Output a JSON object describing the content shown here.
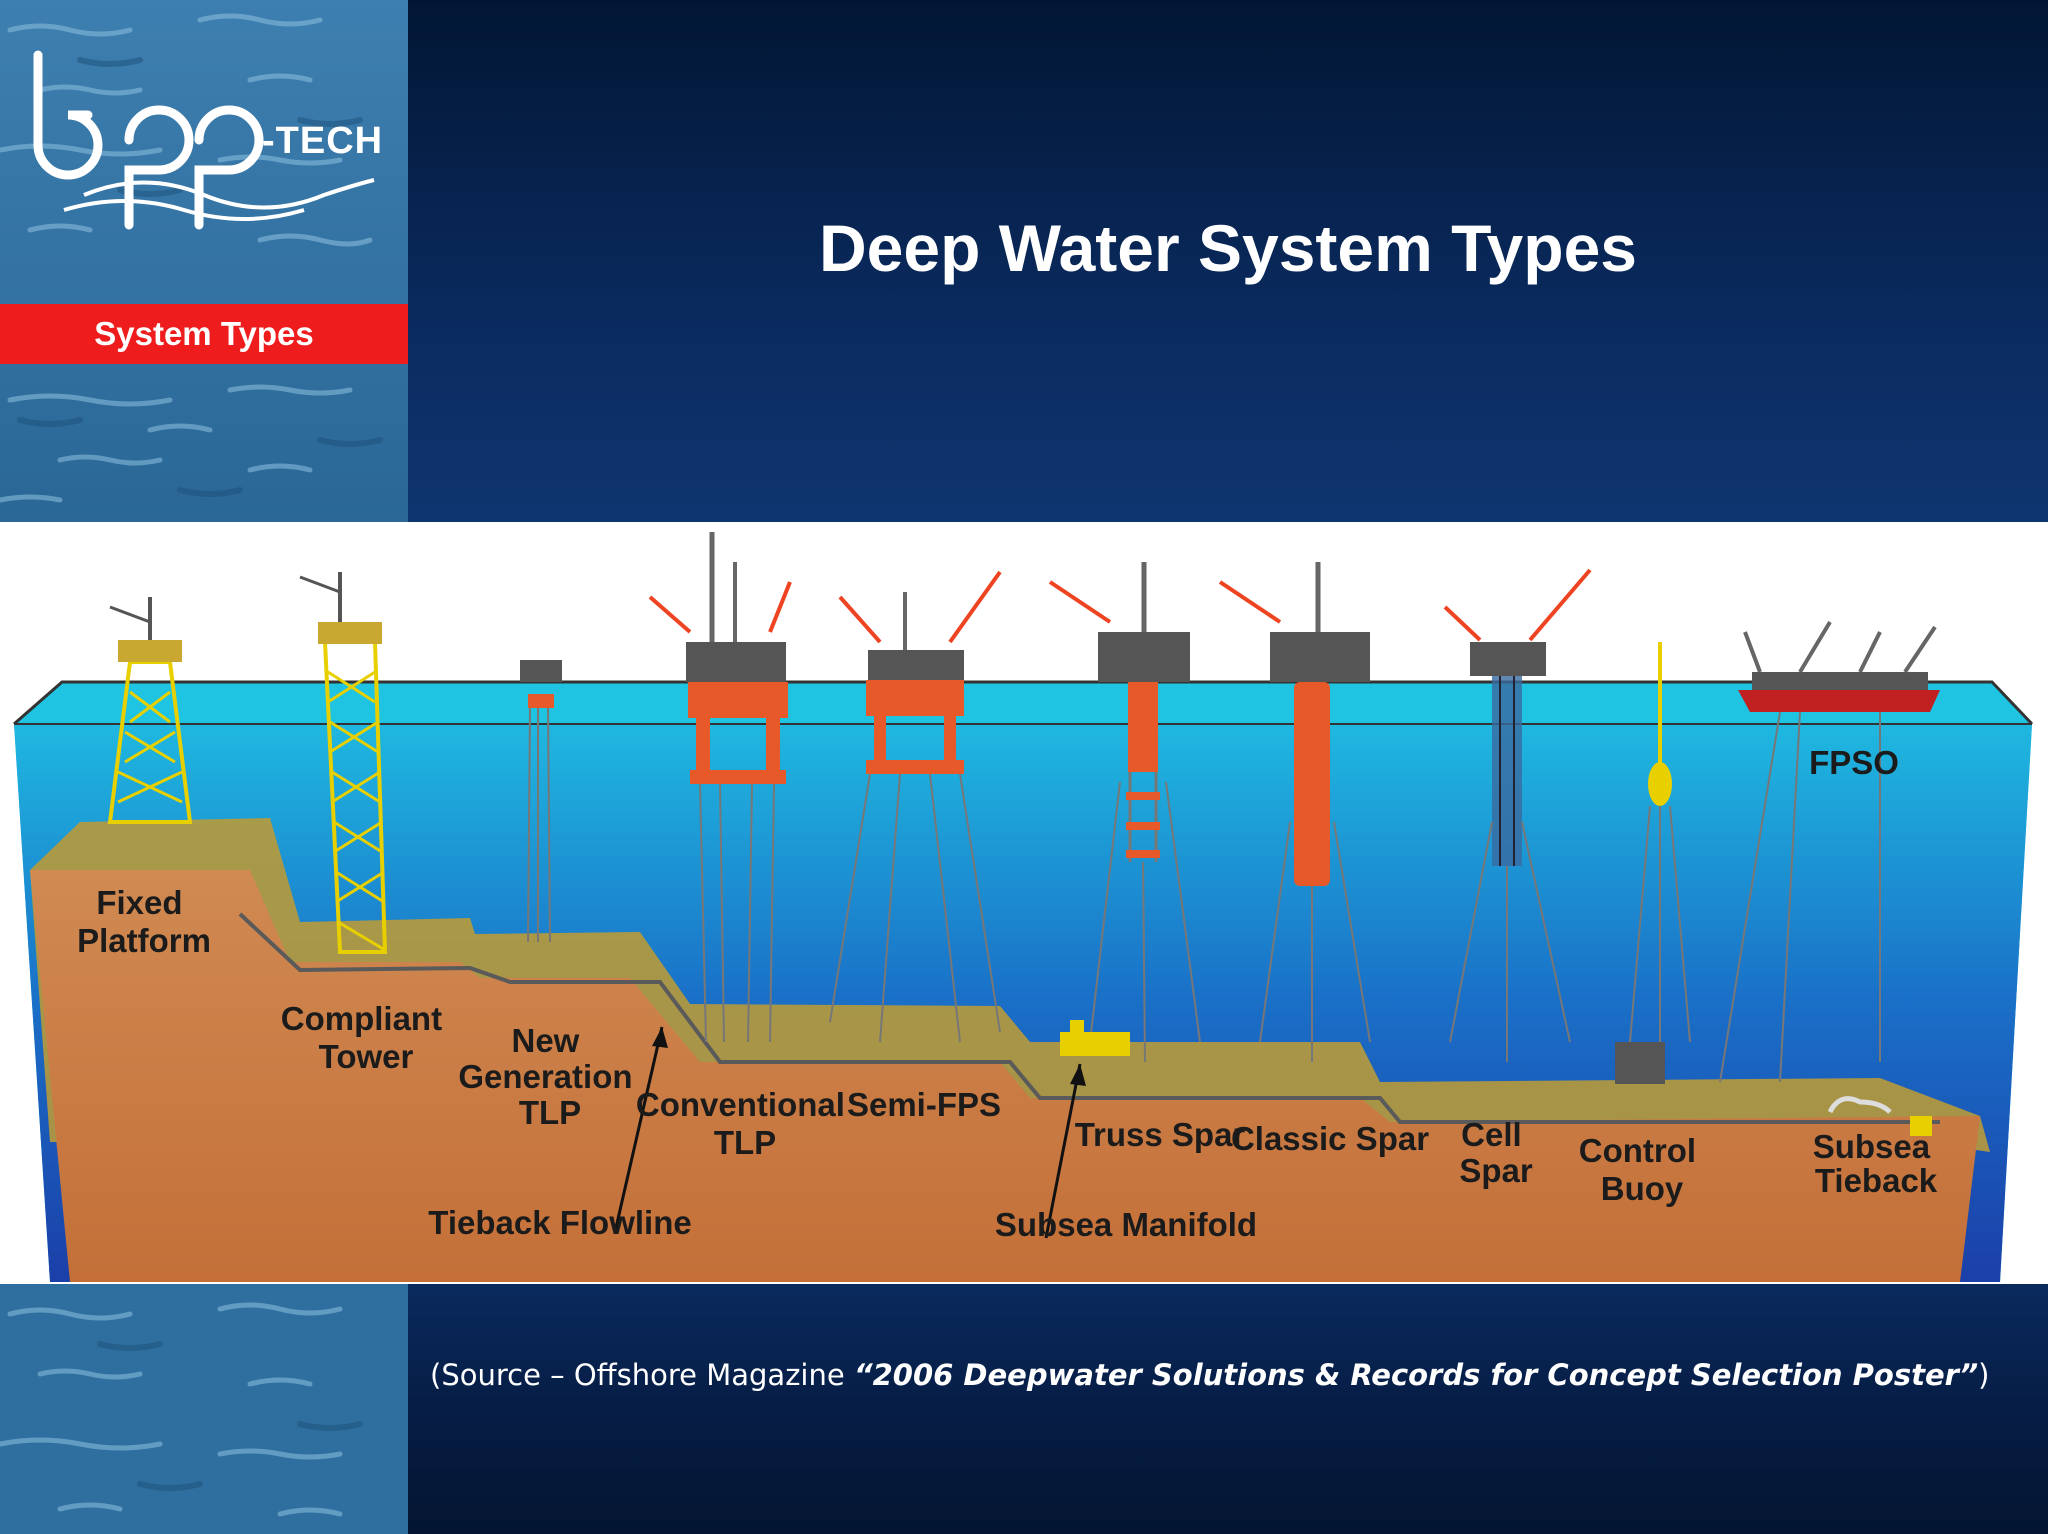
{
  "logo": {
    "text": "-TECH"
  },
  "section_tab": "System Types",
  "title": "Deep Water System Types",
  "diagram": {
    "labels": {
      "fixed_platform": [
        "Fixed",
        "Platform"
      ],
      "compliant_tower": [
        "Compliant",
        "Tower"
      ],
      "new_generation_tlp": [
        "New",
        "Generation",
        "TLP"
      ],
      "conventional_tlp": [
        "Conventional",
        "TLP"
      ],
      "semi_fps": [
        "Semi-FPS"
      ],
      "truss_spar": [
        "Truss Spar"
      ],
      "classic_spar": [
        "Classic Spar"
      ],
      "cell_spar": [
        "Cell",
        "Spar"
      ],
      "control_buoy": [
        "Control",
        "Buoy"
      ],
      "subsea_tieback": [
        "Subsea",
        "Tieback"
      ],
      "fpso": [
        "FPSO"
      ],
      "tieback_flowline": [
        "Tieback Flowline"
      ],
      "subsea_manifold": [
        "Subsea Manifold"
      ]
    }
  },
  "source": {
    "prefix": "(Source – Offshore Magazine ",
    "emphasis": "“2006 Deepwater Solutions & Records for  Concept Selection Poster”",
    "suffix": ")"
  },
  "colors": {
    "accent_red": "#ee1c1c",
    "navy": "#0a2a5e",
    "seabed": "#c97a45",
    "water": "#1f9fd6",
    "platform_orange": "#e8592a"
  }
}
